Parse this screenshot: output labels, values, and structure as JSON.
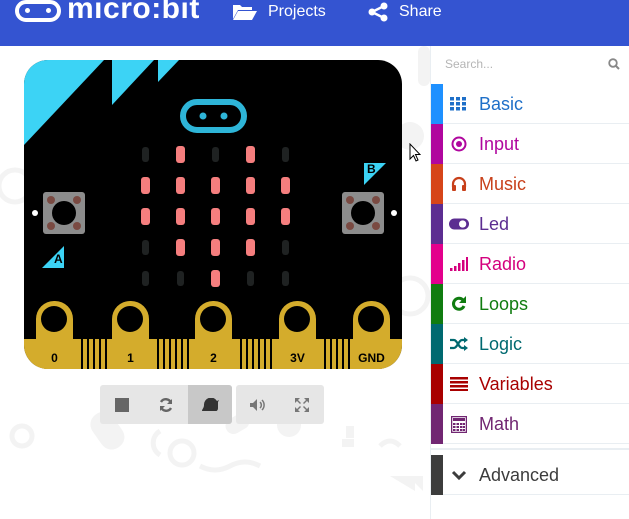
{
  "header": {
    "logo_text": "micro:bit",
    "projects_label": "Projects",
    "share_label": "Share",
    "background": "#3454d1"
  },
  "simulator": {
    "board_color": "#000000",
    "accent_color": "#3cd3f5",
    "led_on_color": "#f57e7e",
    "led_matrix": [
      [
        0,
        1,
        0,
        1,
        0
      ],
      [
        1,
        1,
        1,
        1,
        1
      ],
      [
        1,
        1,
        1,
        1,
        1
      ],
      [
        0,
        1,
        1,
        1,
        0
      ],
      [
        0,
        0,
        1,
        0,
        0
      ]
    ],
    "button_a_label": "A",
    "button_b_label": "B",
    "pins": [
      "0",
      "1",
      "2",
      "3V",
      "GND"
    ],
    "toolbar": {
      "buttons": [
        {
          "name": "stop",
          "icon": "stop-icon",
          "active": false
        },
        {
          "name": "restart",
          "icon": "restart-icon",
          "active": false
        },
        {
          "name": "slow-mo",
          "icon": "snail-icon",
          "active": true
        },
        {
          "name": "mute",
          "icon": "volume-icon",
          "active": false
        },
        {
          "name": "fullscreen",
          "icon": "fullscreen-icon",
          "active": false
        }
      ]
    }
  },
  "toolbox": {
    "search_placeholder": "Search...",
    "categories": [
      {
        "label": "Basic",
        "color": "#1e90ff",
        "text_color": "#1e6fc8",
        "icon": "grid-icon"
      },
      {
        "label": "Input",
        "color": "#d400d4",
        "text_color": "#b0069e",
        "icon": "target-icon"
      },
      {
        "label": "Music",
        "color": "#e63022",
        "text_color": "#c8401a",
        "icon": "headphones-icon"
      },
      {
        "label": "Led",
        "color": "#5c2d91",
        "text_color": "#5c2d91",
        "icon": "toggle-icon"
      },
      {
        "label": "Radio",
        "color": "#e3008c",
        "text_color": "#d4007e",
        "icon": "signal-icon"
      },
      {
        "label": "Loops",
        "color": "#107c10",
        "text_color": "#107c10",
        "icon": "loop-icon"
      },
      {
        "label": "Logic",
        "color": "#006970",
        "text_color": "#006970",
        "icon": "shuffle-icon"
      },
      {
        "label": "Variables",
        "color": "#a80000",
        "text_color": "#a80000",
        "icon": "lines-icon"
      },
      {
        "label": "Math",
        "color": "#712672",
        "text_color": "#712672",
        "icon": "calculator-icon"
      }
    ],
    "advanced": {
      "label": "Advanced",
      "color": "#3c3c3c",
      "text_color": "#3c3c3c",
      "icon": "chevron-down-icon"
    }
  }
}
